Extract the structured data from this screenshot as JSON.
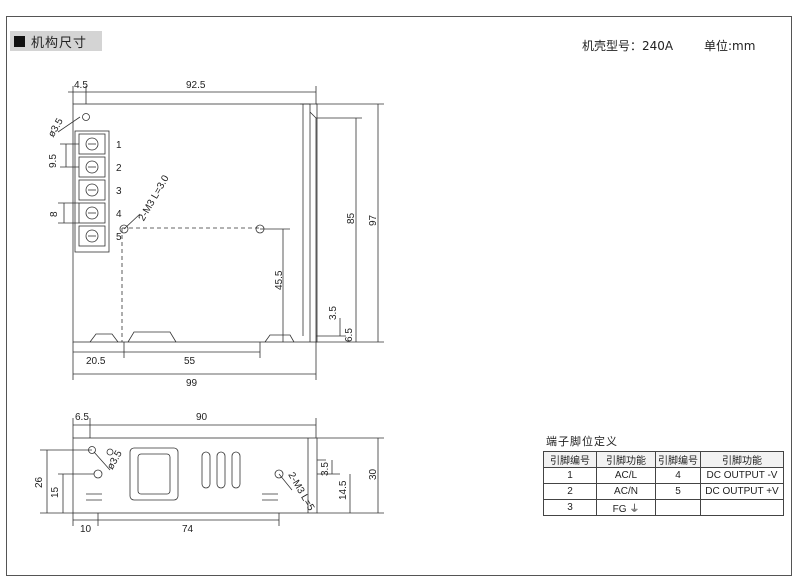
{
  "header": {
    "section_title": "机构尺寸",
    "case_model": "机壳型号：240A",
    "unit": "单位:mm"
  },
  "top_view": {
    "dim_width_offset": "4.5",
    "dim_width": "92.5",
    "dim_hole_diameter": "ø3.5",
    "dim_terminal_pitch": "9.5",
    "dim_terminal_height": "8",
    "dim_height_inner": "85",
    "dim_height_total": "97",
    "dim_mount_holes": "2-M3 L=3.0",
    "dim_hole_height": "45.5",
    "dim_bottom_a": "3.5",
    "dim_bottom_b": "6.5",
    "dim_hole_x1": "20.5",
    "dim_hole_span": "55",
    "dim_total_length": "99",
    "terminal_labels": [
      "1",
      "2",
      "3",
      "4",
      "5"
    ]
  },
  "side_view": {
    "dim_offset": "6.5",
    "dim_length": "90",
    "dim_hole_diameter": "ø3.5",
    "dim_height": "26",
    "dim_hole_height": "15",
    "dim_mount_holes": "2-M3 L=5",
    "dim_small_a": "3.5",
    "dim_small_b": "14.5",
    "dim_total_height": "30",
    "dim_hole_x1": "10",
    "dim_hole_span": "74"
  },
  "pin_table": {
    "title": "端子脚位定义",
    "headers": [
      "引脚编号",
      "引脚功能",
      "引脚编号",
      "引脚功能"
    ],
    "rows": [
      [
        "1",
        "AC/L",
        "4",
        "DC OUTPUT -V"
      ],
      [
        "2",
        "AC/N",
        "5",
        "DC OUTPUT +V"
      ],
      [
        "3",
        "FG ⏚",
        "",
        ""
      ]
    ]
  }
}
